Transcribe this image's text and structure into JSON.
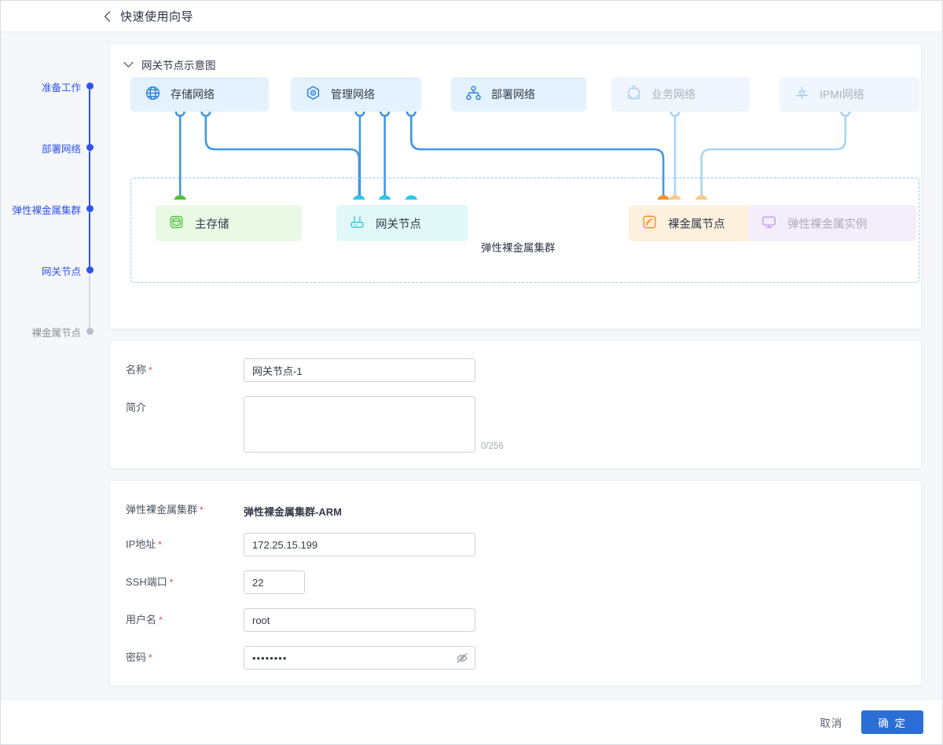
{
  "header": {
    "back_icon": "chevron-left-icon",
    "title": "快速使用向导"
  },
  "steps": [
    {
      "label": "准备工作",
      "state": "done"
    },
    {
      "label": "部署网络",
      "state": "done"
    },
    {
      "label": "弹性裸金属集群",
      "state": "done"
    },
    {
      "label": "网关节点",
      "state": "current"
    },
    {
      "label": "裸金属节点",
      "state": "inactive"
    }
  ],
  "diagram": {
    "caret_icon": "chevron-down-icon",
    "title": "网关节点示意图",
    "zone_label": "弹性裸金属集群",
    "networks": [
      {
        "label": "存储网络",
        "icon": "globe-icon",
        "state": "active"
      },
      {
        "label": "管理网络",
        "icon": "hexagon-dot-icon",
        "state": "active"
      },
      {
        "label": "部署网络",
        "icon": "hierarchy-icon",
        "state": "active"
      },
      {
        "label": "业务网络",
        "icon": "share-nodes-icon",
        "state": "muted"
      },
      {
        "label": "IPMI网络",
        "icon": "ipmi-pin-icon",
        "state": "muted"
      }
    ],
    "nodes": [
      {
        "label": "主存储",
        "icon": "database-icon",
        "tone": "green"
      },
      {
        "label": "网关节点",
        "icon": "router-icon",
        "tone": "cyan"
      },
      {
        "label": "裸金属节点",
        "icon": "signal-icon",
        "tone": "orange"
      },
      {
        "label": "弹性裸金属实例",
        "icon": "monitor-icon",
        "tone": "purple"
      }
    ],
    "colors": {
      "wire_blue": "#3e97e8",
      "wire_blue_light": "#a8d4f4",
      "cap_cyan": "#2ec6e6",
      "cap_green": "#4cc23e",
      "cap_orange": "#f79228",
      "cap_orange_light": "#fbc98a",
      "dash_border": "#9cc9f0"
    }
  },
  "form_basic": {
    "name": {
      "label": "名称",
      "required": true,
      "value": "网关节点-1",
      "placeholder": ""
    },
    "desc": {
      "label": "简介",
      "required": false,
      "value": "",
      "placeholder": "",
      "counter": "0/256"
    }
  },
  "form_conn": {
    "cluster": {
      "label": "弹性裸金属集群",
      "required": true,
      "value": "弹性裸金属集群-ARM"
    },
    "ip": {
      "label": "IP地址",
      "required": true,
      "value": "172.25.15.199",
      "placeholder": ""
    },
    "ssh_port": {
      "label": "SSH端口",
      "required": true,
      "value": "22",
      "placeholder": ""
    },
    "username": {
      "label": "用户名",
      "required": true,
      "value": "root",
      "placeholder": ""
    },
    "password": {
      "label": "密码",
      "required": true,
      "value": "••••••••",
      "placeholder": "",
      "toggle_icon": "eye-off-icon"
    }
  },
  "footer": {
    "cancel_label": "取消",
    "confirm_label": "确 定",
    "primary_color": "#2b6fd6"
  }
}
